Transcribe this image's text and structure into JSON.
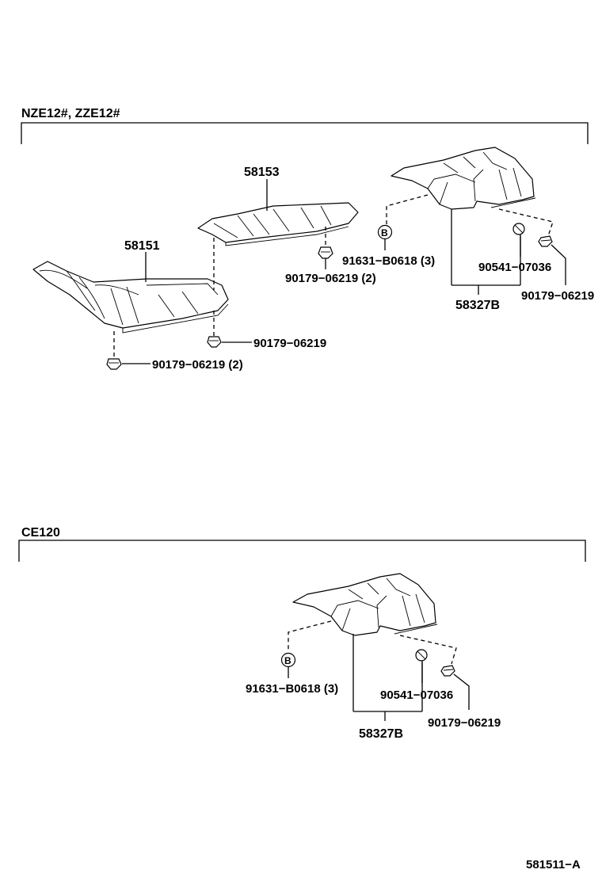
{
  "section_top": {
    "title": "NZE12#, ZZE12#",
    "parts": {
      "insulator_front": "58151",
      "insulator_center": "58153",
      "insulator_rear": "58327B"
    },
    "fasteners": {
      "nut_center": "90179−06219 (2)",
      "nut_front_right": "90179−06219",
      "nut_front_left": "90179−06219 (2)",
      "bolt_rear": "91631−B0618 (3)",
      "clip_rear": "90541−07036",
      "nut_rear": "90179−06219",
      "bolt_marker": "B"
    }
  },
  "section_bottom": {
    "title": "CE120",
    "parts": {
      "insulator_rear": "58327B"
    },
    "fasteners": {
      "bolt_rear": "91631−B0618 (3)",
      "clip_rear": "90541−07036",
      "nut_rear": "90179−06219",
      "bolt_marker": "B"
    }
  },
  "figure_id": "581511−A"
}
